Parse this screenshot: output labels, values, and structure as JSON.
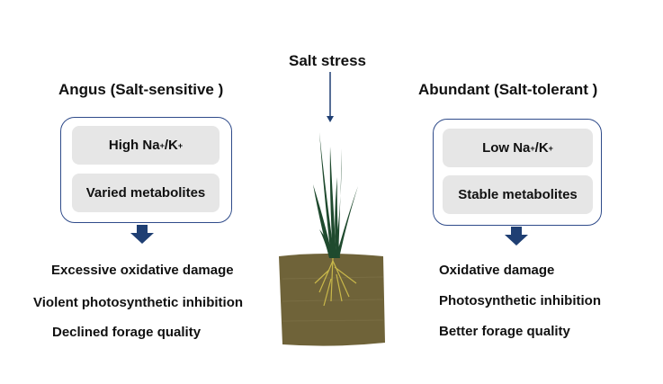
{
  "stress": {
    "label": "Salt stress"
  },
  "left": {
    "title": "Angus (Salt-sensitive )",
    "box1_main": "High Na",
    "box1_sup1": "+",
    "box1_mid": "/K",
    "box1_sup2": "+",
    "box2": "Varied metabolites",
    "results": [
      "Excessive oxidative damage",
      "Violent photosynthetic inhibition",
      "Declined forage quality"
    ]
  },
  "right": {
    "title": "Abundant (Salt-tolerant )",
    "box1_main": "Low Na",
    "box1_sup1": "+",
    "box1_mid": "/K",
    "box1_sup2": "+",
    "box2": "Stable metabolites",
    "results": [
      "Oxidative damage",
      "Photosynthetic inhibition",
      "Better forage quality"
    ]
  },
  "colors": {
    "arrow": "#1f3f73",
    "border": "#2f4b8a",
    "soil": "#6f6339",
    "leaf": "#1f4a2e",
    "root": "#c9b84a"
  }
}
